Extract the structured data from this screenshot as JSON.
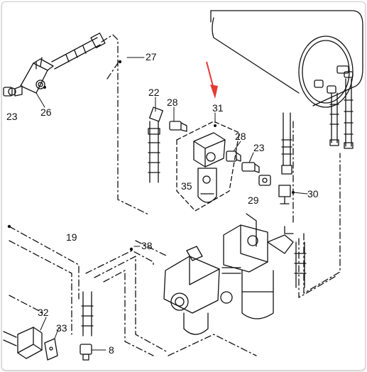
{
  "callouts": {
    "c27": "27",
    "c23a": "23",
    "c26": "26",
    "c22": "22",
    "c28a": "28",
    "c31": "31",
    "c28b": "28",
    "c23b": "23",
    "c35": "35",
    "c29": "29",
    "c30": "30",
    "c19": "19",
    "c38": "38",
    "c32": "32",
    "c33": "33",
    "c8": "8"
  },
  "colors": {
    "line": "#111111",
    "arrow": "#e53935",
    "frame": "#cfcfcf"
  }
}
